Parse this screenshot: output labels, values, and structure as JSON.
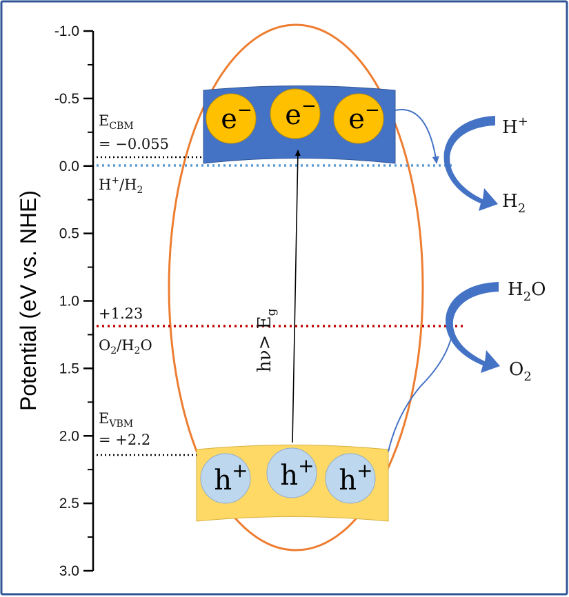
{
  "axis": {
    "label": "Potential (eV vs. NHE)",
    "tick_labels": [
      "-1.0",
      "-0.5",
      "0.0",
      "0.5",
      "1.0",
      "1.5",
      "2.0",
      "2.5",
      "3.0"
    ]
  },
  "annotations": {
    "cbm": {
      "main": "E",
      "sub": "CBM",
      "value": "= −0.055"
    },
    "hydrogen_couple": {
      "a": "H",
      "a_sup": "+",
      "b": "/H",
      "b_sub": "2"
    },
    "water_potential": "+1.23",
    "oxygen_couple": {
      "a": "O",
      "a_sub": "2",
      "b": "/H",
      "b_sub": "2",
      "c": "O"
    },
    "vbm": {
      "main": "E",
      "sub": "VBM",
      "value": "= +2.2"
    },
    "excitation": {
      "main": "hν> E",
      "sub": "g"
    }
  },
  "carriers": {
    "electron": {
      "base": "e",
      "sup": "−"
    },
    "hole": {
      "base": "h",
      "sup": "+"
    }
  },
  "reactions": {
    "h_plus": {
      "base": "H",
      "sup": "+"
    },
    "h2": {
      "base": "H",
      "sub": "2"
    },
    "h2o": {
      "a": "H",
      "a_sub": "2",
      "b": "O"
    },
    "o2": {
      "base": "O",
      "sub": "2"
    }
  },
  "levels": {
    "cbm": -0.055,
    "h_plus_h2": 0.0,
    "o2_h2o": 1.23,
    "vbm": 2.2
  },
  "colors": {
    "frame": "#2f5597",
    "conduction_band": "#4472c4",
    "valence_band": "#ffd966",
    "electron_fill": "#ffc000",
    "hole_fill": "#bdd7ee",
    "ellipse": "#ed7d31",
    "hydrogen_line": "#5b9bd5",
    "oxygen_line": "#c00000",
    "arrow": "#4472c4"
  }
}
